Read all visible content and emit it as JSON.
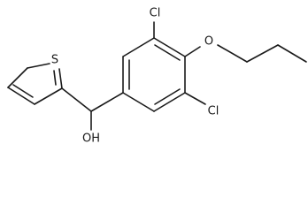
{
  "molecule": {
    "atoms": {
      "sulfur": "S",
      "chlorine_top": "Cl",
      "chlorine_bottom": "Cl",
      "ether_oxygen": "O",
      "hydroxyl": "OH"
    },
    "colors": {
      "bond": "#1a1a1a",
      "label": "#1a1a1a",
      "background": "#ffffff"
    }
  }
}
